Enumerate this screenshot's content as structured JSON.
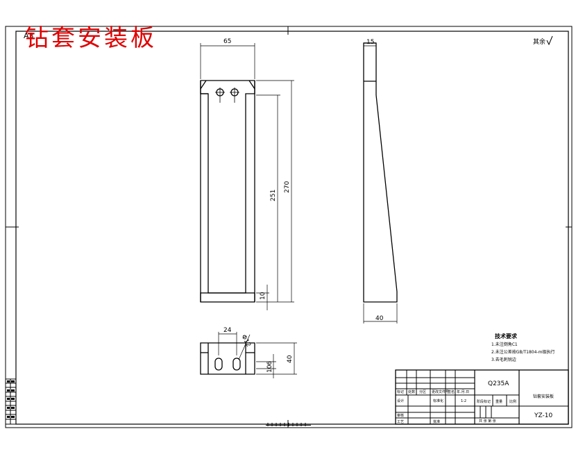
{
  "title_overlay": "钻套安装板",
  "sheet_size": "A3",
  "roughness_note": "其余",
  "dimensions": {
    "front_width": "65",
    "front_height_total": "270",
    "front_height_inner": "251",
    "front_bottom": "10",
    "side_top": "15",
    "side_bottom": "40",
    "top_view_offset": "24",
    "top_view_height": "40",
    "slot_diameter": "Φ12",
    "top_view_small_1": "10",
    "top_view_small_2": "6"
  },
  "technical_requirements": {
    "heading": "技术要求",
    "items": [
      "1.未注倒角C1",
      "2.未注公差按GB/T1804-m级执行",
      "3.去毛刺锐边"
    ]
  },
  "title_block": {
    "material": "Q235A",
    "part_name": "钻套安装板",
    "drawing_no": "YZ-10",
    "header_cells": [
      "标记",
      "处数",
      "分区",
      "更改文件号",
      "签名",
      "年.月.日"
    ],
    "designer_label": "设计",
    "standardize_label": "标准化",
    "stage_label": "阶段标记",
    "weight_label": "重量",
    "scale_label": "比例",
    "scale_value": "1:2",
    "approve_label": "审核",
    "craft_label": "工艺",
    "ratify_label": "批准",
    "sheet_label": "共  张  第  张"
  }
}
